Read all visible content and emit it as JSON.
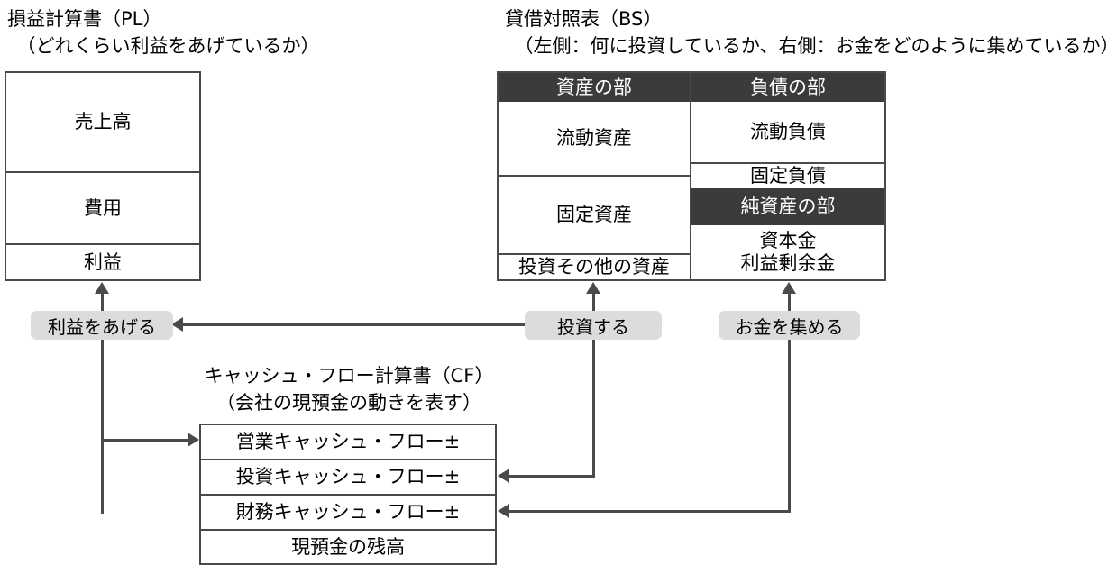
{
  "statements": {
    "pl": {
      "title_line1": "損益計算書（PL）",
      "title_line2": "　（どれくらい利益をあげているか）",
      "rows": [
        {
          "label": "売上高"
        },
        {
          "label": "費用"
        },
        {
          "label": "利益"
        }
      ]
    },
    "bs": {
      "title_line1": "貸借対照表（BS）",
      "title_line2": "　（左側：何に投資しているか、右側：お金をどのように集めているか）",
      "left_header": "資産の部",
      "right_header": "負債の部",
      "equity_header": "純資産の部",
      "left_rows": [
        {
          "label": "流動資産"
        },
        {
          "label": "固定資産"
        },
        {
          "label": "投資その他の資産"
        }
      ],
      "right_rows": [
        {
          "label": "流動負債"
        },
        {
          "label": "固定負債"
        }
      ],
      "equity_rows_line1": "資本金",
      "equity_rows_line2": "利益剰余金"
    },
    "cf": {
      "title_line1": "キャッシュ・フロー計算書（CF）",
      "title_line2": "（会社の現預金の動きを表す）",
      "rows": [
        {
          "label": "営業キャッシュ・フロー±"
        },
        {
          "label": "投資キャッシュ・フロー±"
        },
        {
          "label": "財務キャッシュ・フロー±"
        },
        {
          "label": "現預金の残高"
        }
      ]
    }
  },
  "chips": {
    "profit": "利益をあげる",
    "invest": "投資する",
    "raise_money": "お金を集める"
  },
  "colors": {
    "header_dark": "#3b3b3b",
    "border": "#4a4a4a",
    "chip_gray": "#dcdcdc",
    "background": "#ffffff",
    "text": "#000000"
  }
}
